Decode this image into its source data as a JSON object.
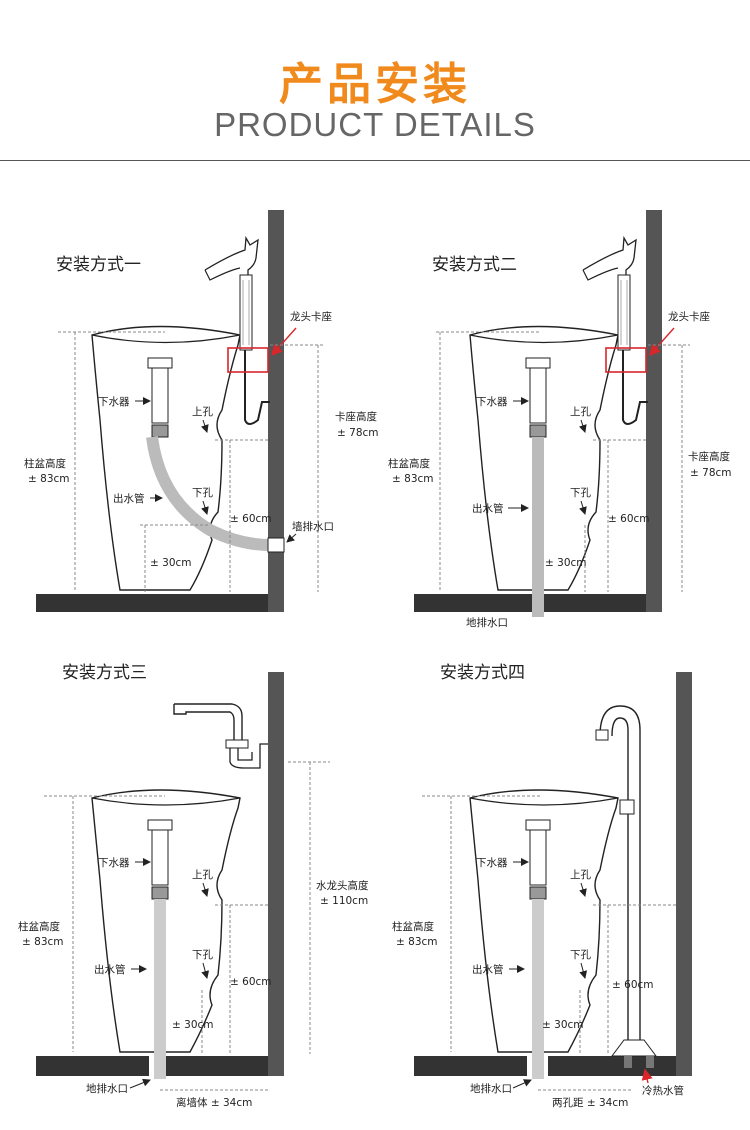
{
  "header": {
    "title": "产品安装",
    "subtitle": "PRODUCT DETAILS"
  },
  "colors": {
    "accent": "#f08a1c",
    "wall": "#555555",
    "floor": "#333333",
    "highlight": "#d9262b"
  },
  "panels": [
    {
      "title": "安装方式一",
      "labels": {
        "faucet_mount": "龙头卡座",
        "drain": "下水器",
        "upper_hole": "上孔",
        "lower_hole": "下孔",
        "outlet_pipe": "出水管",
        "basin_height": "柱盆高度",
        "basin_height_val": "± 83cm",
        "mount_height": "卡座高度",
        "mount_height_val": "± 78cm",
        "wall_outlet": "墙排水口",
        "h60": "± 60cm",
        "h30": "± 30cm"
      }
    },
    {
      "title": "安装方式二",
      "labels": {
        "faucet_mount": "龙头卡座",
        "drain": "下水器",
        "upper_hole": "上孔",
        "lower_hole": "下孔",
        "outlet_pipe": "出水管",
        "basin_height": "柱盆高度",
        "basin_height_val": "± 83cm",
        "mount_height": "卡座高度",
        "mount_height_val": "± 78cm",
        "floor_outlet": "地排水口",
        "h60": "± 60cm",
        "h30": "± 30cm"
      }
    },
    {
      "title": "安装方式三",
      "labels": {
        "drain": "下水器",
        "upper_hole": "上孔",
        "lower_hole": "下孔",
        "outlet_pipe": "出水管",
        "basin_height": "柱盆高度",
        "basin_height_val": "± 83cm",
        "faucet_height": "水龙头高度",
        "faucet_height_val": "± 110cm",
        "floor_outlet": "地排水口",
        "wall_distance": "离墙体 ± 34cm",
        "h60": "± 60cm",
        "h30": "± 30cm"
      }
    },
    {
      "title": "安装方式四",
      "labels": {
        "drain": "下水器",
        "upper_hole": "上孔",
        "lower_hole": "下孔",
        "outlet_pipe": "出水管",
        "basin_height": "柱盆高度",
        "basin_height_val": "± 83cm",
        "floor_outlet": "地排水口",
        "hole_distance": "两孔距 ± 34cm",
        "hot_cold_pipe": "冷热水管",
        "h60": "± 60cm",
        "h30": "± 30cm"
      }
    }
  ]
}
